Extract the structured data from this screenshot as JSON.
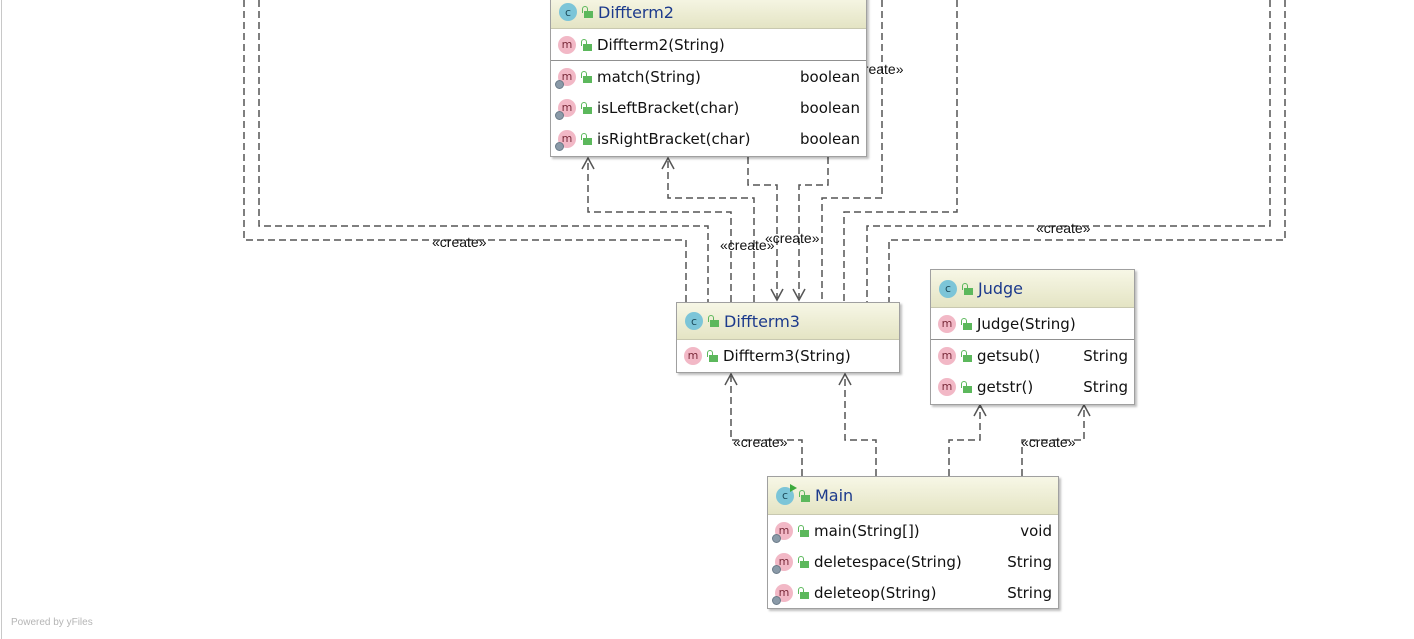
{
  "footer": {
    "powered_by": "Powered by yFiles"
  },
  "edge_label": "«create»",
  "classes": {
    "diffterm2": {
      "name": "Diffterm2",
      "constructors": [
        {
          "name": "Diffterm2(String)",
          "type": ""
        }
      ],
      "methods": [
        {
          "name": "match(String)",
          "type": "boolean"
        },
        {
          "name": "isLeftBracket(char)",
          "type": "boolean"
        },
        {
          "name": "isRightBracket(char)",
          "type": "boolean"
        }
      ]
    },
    "diffterm3": {
      "name": "Diffterm3",
      "constructors": [
        {
          "name": "Diffterm3(String)",
          "type": ""
        }
      ],
      "methods": []
    },
    "judge": {
      "name": "Judge",
      "constructors": [
        {
          "name": "Judge(String)",
          "type": ""
        }
      ],
      "methods": [
        {
          "name": "getsub()",
          "type": "String"
        },
        {
          "name": "getstr()",
          "type": "String"
        }
      ]
    },
    "main": {
      "name": "Main",
      "constructors": [],
      "methods": [
        {
          "name": "main(String[])",
          "type": "void"
        },
        {
          "name": "deletespace(String)",
          "type": "String"
        },
        {
          "name": "deleteop(String)",
          "type": "String"
        }
      ]
    }
  },
  "icons": {
    "class": "c",
    "method": "m"
  }
}
